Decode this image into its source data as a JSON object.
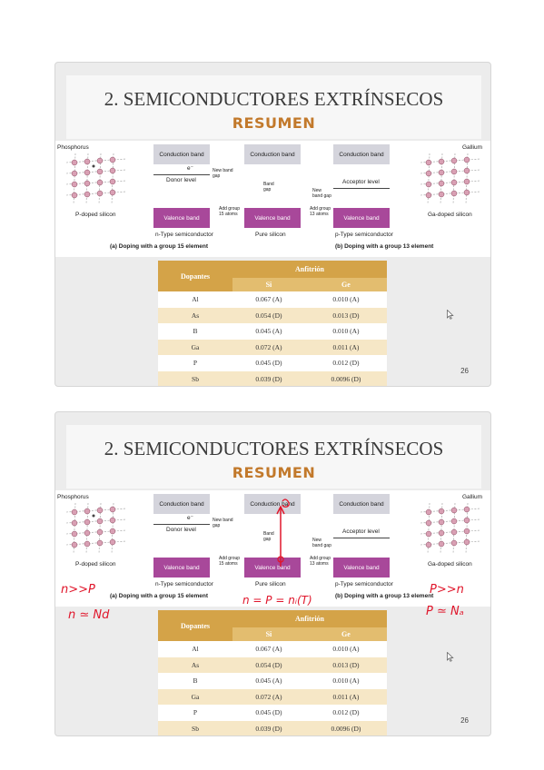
{
  "slides": [
    {
      "title": "2. SEMICONDUCTORES EXTRÍNSECOS",
      "subtitle": "RESUMEN",
      "figure": {
        "phosphorus": "Phosphorus",
        "gallium": "Gallium",
        "p_doped": "P-doped silicon",
        "ga_doped": "Ga-doped silicon",
        "conduction_band": "Conduction band",
        "valence_band": "Valence band",
        "donor_level": "Donor level",
        "acceptor_level": "Acceptor level",
        "new_band_gap": "New band gap",
        "band_gap": "Band gap",
        "add_15": "Add group 15 atoms",
        "add_13": "Add group 13 atoms",
        "n_type": "n-Type semiconductor",
        "pure": "Pure silicon",
        "p_type": "p-Type semiconductor",
        "caption_a": "(a) Doping with a group 15 element",
        "caption_b": "(b) Doping with a group 13 element",
        "electron": "e⁻"
      },
      "table": {
        "dopantes_header": "Dopantes",
        "anfitrion_header": "Anfitrión",
        "si_header": "Si",
        "ge_header": "Ge",
        "rows": [
          {
            "dopant": "Al",
            "si": "0.067 (A)",
            "ge": "0.010 (A)"
          },
          {
            "dopant": "As",
            "si": "0.054 (D)",
            "ge": "0.013 (D)"
          },
          {
            "dopant": "B",
            "si": "0.045 (A)",
            "ge": "0.010 (A)"
          },
          {
            "dopant": "Ga",
            "si": "0.072 (A)",
            "ge": "0.011 (A)"
          },
          {
            "dopant": "P",
            "si": "0.045 (D)",
            "ge": "0.012 (D)"
          },
          {
            "dopant": "Sb",
            "si": "0.039 (D)",
            "ge": "0.0096 (D)"
          }
        ]
      },
      "page_number": "26"
    },
    {
      "title": "2. SEMICONDUCTORES EXTRÍNSECOS",
      "subtitle": "RESUMEN",
      "figure": {
        "phosphorus": "Phosphorus",
        "gallium": "Gallium",
        "p_doped": "P-doped silicon",
        "ga_doped": "Ga-doped silicon",
        "conduction_band": "Conduction band",
        "valence_band": "Valence band",
        "donor_level": "Donor level",
        "acceptor_level": "Acceptor level",
        "new_band_gap": "New band gap",
        "band_gap": "Band gap",
        "add_15": "Add group 15 atoms",
        "add_13": "Add group 13 atoms",
        "n_type": "n-Type semiconductor",
        "pure": "Pure silicon",
        "p_type": "p-Type semiconductor",
        "caption_a": "(a) Doping with a group 15 element",
        "caption_b": "(b) Doping with a group 13 element",
        "electron": "e⁻"
      },
      "table": {
        "dopantes_header": "Dopantes",
        "anfitrion_header": "Anfitrión",
        "si_header": "Si",
        "ge_header": "Ge",
        "rows": [
          {
            "dopant": "Al",
            "si": "0.067 (A)",
            "ge": "0.010 (A)"
          },
          {
            "dopant": "As",
            "si": "0.054 (D)",
            "ge": "0.013 (D)"
          },
          {
            "dopant": "B",
            "si": "0.045 (A)",
            "ge": "0.010 (A)"
          },
          {
            "dopant": "Ga",
            "si": "0.072 (A)",
            "ge": "0.011 (A)"
          },
          {
            "dopant": "P",
            "si": "0.045 (D)",
            "ge": "0.012 (D)"
          },
          {
            "dopant": "Sb",
            "si": "0.039 (D)",
            "ge": "0.0096 (D)"
          }
        ]
      },
      "page_number": "26",
      "annotations": {
        "n_gg_p": "n>>P",
        "n_approx_nd": "n ≃ Nd",
        "n_eq_p": "n = P = nᵢ(T)",
        "p_gg_n": "P>>n",
        "p_approx_na": "P ≃ Nₐ"
      }
    }
  ],
  "colors": {
    "title_accent": "#c2792b",
    "table_header": "#d4a348",
    "valence_band": "#a8489a",
    "annotation_ink": "#e0162b"
  }
}
